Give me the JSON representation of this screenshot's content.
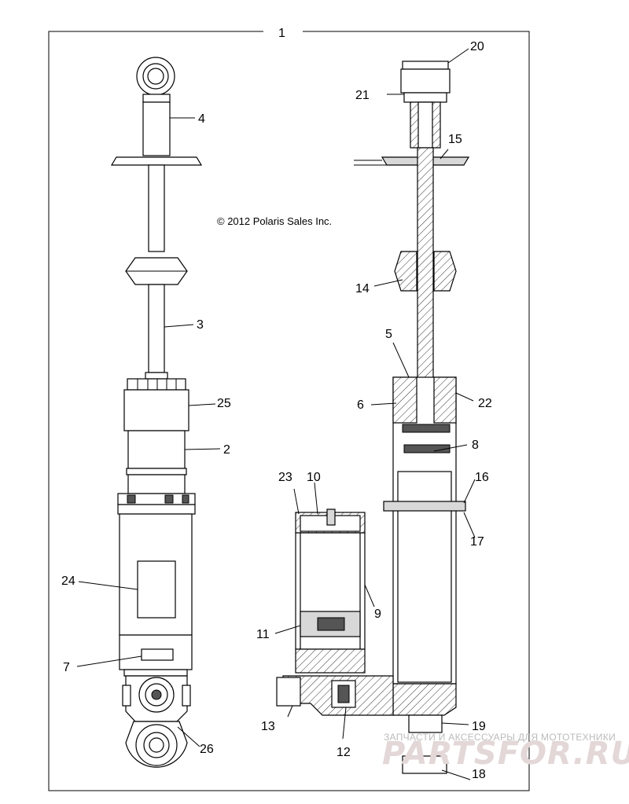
{
  "diagram": {
    "copyright": "© 2012 Polaris Sales Inc.",
    "frame_label": "1",
    "callouts": {
      "c2": "2",
      "c3": "3",
      "c4": "4",
      "c5": "5",
      "c6": "6",
      "c7": "7",
      "c8": "8",
      "c9": "9",
      "c10": "10",
      "c11": "11",
      "c12": "12",
      "c13": "13",
      "c14": "14",
      "c15": "15",
      "c16": "16",
      "c17": "17",
      "c18": "18",
      "c19": "19",
      "c20": "20",
      "c21": "21",
      "c22": "22",
      "c23": "23",
      "c24": "24",
      "c25": "25",
      "c26": "26"
    }
  },
  "watermark": {
    "tagline": "ЗАПЧАСТИ И АКСЕССУАРЫ ДЛЯ МОТОТЕХНИКИ",
    "brand": "PARTSFOR.RU"
  }
}
